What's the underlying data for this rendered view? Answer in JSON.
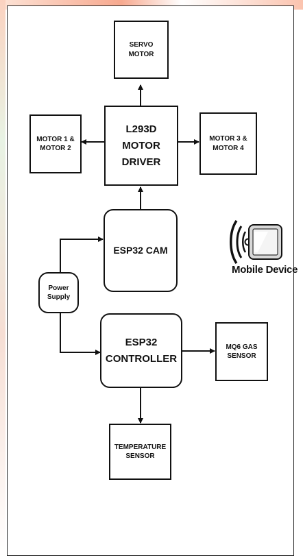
{
  "nodes": {
    "servo": "SERVO\nMOTOR",
    "l293d": "L293D  MOTOR\nDRIVER",
    "motor12": "MOTOR 1 &\nMOTOR 2",
    "motor34": "MOTOR 3 &\nMOTOR 4",
    "esp32cam": "ESP32 CAM",
    "power": "Power\nSupply",
    "esp32ctrl": "ESP32\nCONTROLLER",
    "mq6": "MQ6 GAS\nSENSOR",
    "temp": "TEMPERATURE\nSENSOR"
  },
  "mobile_label": "Mobile Device",
  "colors": {
    "stroke": "#111111",
    "watermark": "#f7a98f"
  }
}
